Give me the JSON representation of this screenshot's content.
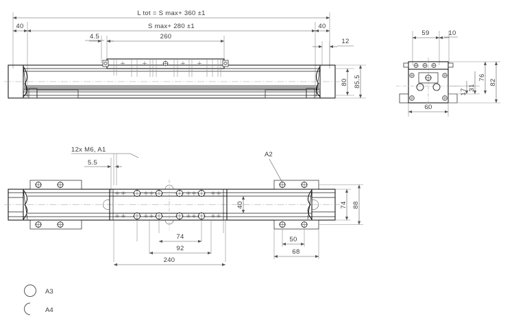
{
  "drawing": {
    "title": "Linear actuator dimensioned technical drawing",
    "views": {
      "front": "front-elevation-view",
      "side": "side-section-view",
      "plan": "top-plan-view"
    }
  },
  "front_view": {
    "dimensions": {
      "overall_total": "L tot = S max+ 360 ±1",
      "stroke_span": "S max+ 280 ±1",
      "left_end": "40",
      "right_end": "40",
      "carriage_offset": "4.5",
      "carriage_length": "260",
      "end_plate": "12",
      "body_height": "80",
      "total_height": "85.5"
    }
  },
  "side_view": {
    "dimensions": {
      "width_inner": "59",
      "offset_right": "10",
      "base_width": "60",
      "height_upper": "76",
      "height_total": "82",
      "height_mid": "31",
      "height_low": "17"
    }
  },
  "plan_view": {
    "dimensions": {
      "thread_note": "12x M6, A1",
      "thread_depth": "5.5",
      "hole_pitch_inner": "74",
      "hole_pitch_outer": "92",
      "hole_span_total": "240",
      "rail_width": "40",
      "body_width": "74",
      "flange_width": "88",
      "mount_pitch": "50",
      "mount_span": "68"
    },
    "callouts": {
      "a2": "A2"
    }
  },
  "legend": {
    "items": [
      {
        "symbol": "full-circle",
        "label": "A3"
      },
      {
        "symbol": "half-arc",
        "label": "A4"
      }
    ]
  }
}
